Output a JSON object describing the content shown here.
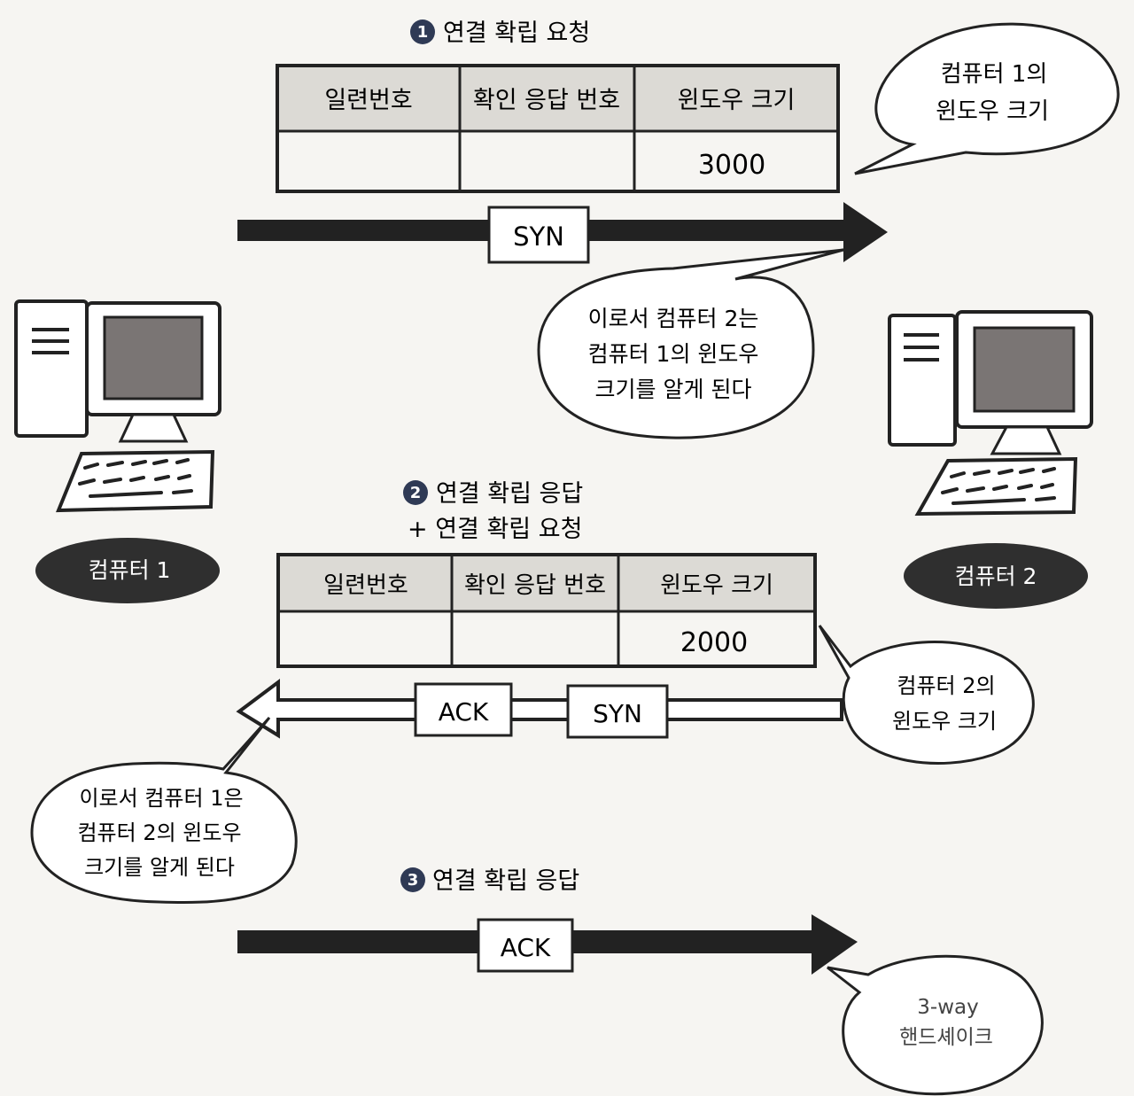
{
  "steps": [
    {
      "number": "1",
      "title": "연결 확립 요청",
      "title_line2": ""
    },
    {
      "number": "2",
      "title": "연결 확립 응답",
      "title_line2": "+ 연결 확립 요청"
    },
    {
      "number": "3",
      "title": "연결 확립 응답",
      "title_line2": ""
    }
  ],
  "computers": [
    {
      "label": "컴퓨터 1"
    },
    {
      "label": "컴퓨터 2"
    }
  ],
  "tables": [
    {
      "headers": [
        "일련번호",
        "확인 응답 번호",
        "윈도우 크기"
      ],
      "values": [
        "",
        "",
        "3000"
      ]
    },
    {
      "headers": [
        "일련번호",
        "확인 응답 번호",
        "윈도우 크기"
      ],
      "values": [
        "",
        "",
        "2000"
      ]
    }
  ],
  "packets": {
    "step1": [
      "SYN"
    ],
    "step2": [
      "ACK",
      "SYN"
    ],
    "step3": [
      "ACK"
    ]
  },
  "bubbles": {
    "window1": [
      "컴퓨터 1의",
      "윈도우 크기"
    ],
    "learn2": [
      "이로서 컴퓨터 2는",
      "컴퓨터 1의 윈도우",
      "크기를 알게 된다"
    ],
    "window2": [
      "컴퓨터 2의",
      "윈도우 크기"
    ],
    "learn1": [
      "이로서 컴퓨터 1은",
      "컴퓨터 2의 윈도우",
      "크기를 알게 된다"
    ],
    "handshake": [
      "3-way",
      "핸드셰이크"
    ]
  },
  "colors": {
    "background": "#f6f5f2",
    "ink": "#222222",
    "header_fill": "#dcdad5",
    "label_pill": "#2f2f2f",
    "step_badge": "#2f3a55",
    "screen": "#7a7574"
  },
  "icons": [
    "desktop-computer-icon",
    "desktop-computer-icon"
  ]
}
